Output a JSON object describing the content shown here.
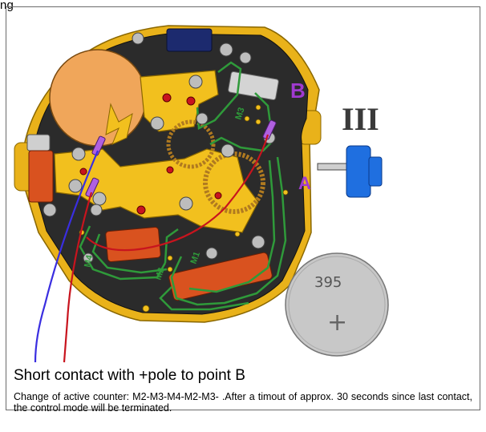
{
  "header": {
    "cut_text": "ng"
  },
  "diagram": {
    "label_point_b": "B",
    "label_point_a": "A",
    "crown_position": "III",
    "coil_labels": [
      "M1",
      "M2",
      "M3",
      "M4"
    ],
    "battery_label": "395",
    "battery_polarity": "+",
    "colors": {
      "plate": "#2b2b2b",
      "gold": "#f2c01e",
      "gold_dark": "#b38700",
      "coil": "#d9521f",
      "pcb_track": "#2f9a3a",
      "label_purple": "#a03ad0",
      "crown_blue": "#1f6fe0",
      "wire_red": "#c8141e",
      "wire_blue": "#3a2ee0",
      "battery_gray": "#c8c8c8"
    }
  },
  "caption": {
    "title": "Short contact with +pole to point B",
    "body": "Change of active counter: M2-M3-M4-M2-M3-   .After a timout of approx. 30 seconds since last contact, the control mode will be terminated."
  }
}
